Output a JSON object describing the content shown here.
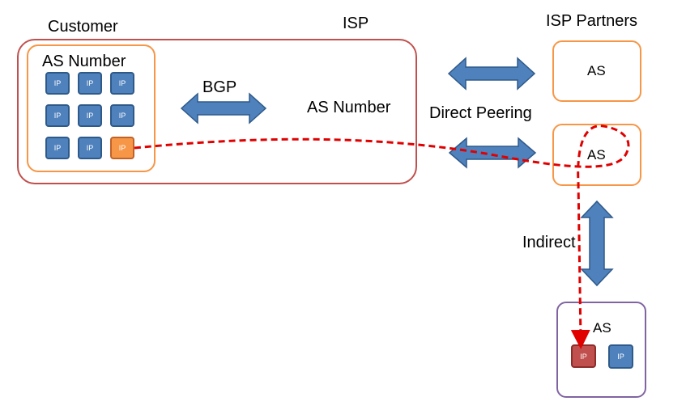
{
  "labels": {
    "customer": "Customer",
    "isp": "ISP",
    "isp_partners": "ISP Partners",
    "customer_as_number": "AS Number",
    "isp_as_number": "AS Number",
    "bgp": "BGP",
    "direct_peering": "Direct Peering",
    "indirect": "Indirect"
  },
  "partners": {
    "as_top": "AS",
    "as_middle": "AS",
    "as_bottom": "AS"
  },
  "ip_blocks": {
    "customer": [
      "IP",
      "IP",
      "IP",
      "IP",
      "IP",
      "IP",
      "IP",
      "IP",
      "IP"
    ],
    "remote": [
      "IP",
      "IP"
    ]
  },
  "colors": {
    "isp_border": "#c0504d",
    "customer_border": "#f79646",
    "partner_border": "#f79646",
    "remote_border": "#8064a2",
    "arrow_fill": "#4f81bd",
    "arrow_stroke": "#2e5a8a",
    "ip_blue": "#4f81bd",
    "ip_highlight": "#f79646",
    "ip_target": "#c0504d",
    "route_line": "#e00000"
  }
}
